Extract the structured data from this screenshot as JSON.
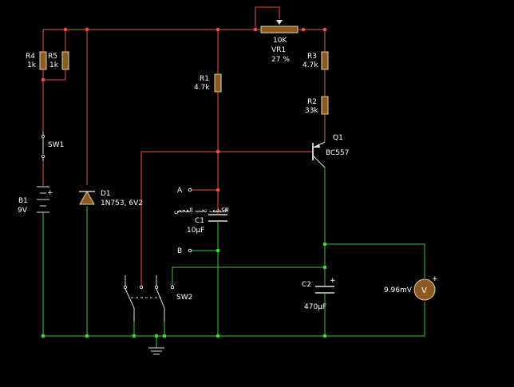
{
  "components": {
    "r4": {
      "ref": "R4",
      "value": "1k"
    },
    "r5": {
      "ref": "R5",
      "value": "1k"
    },
    "sw1": {
      "ref": "SW1"
    },
    "b1": {
      "ref": "B1",
      "value": "9V"
    },
    "d1": {
      "ref": "D1",
      "value": "1N753, 6V2"
    },
    "r1": {
      "ref": "R1",
      "value": "4.7k"
    },
    "vr1": {
      "ref": "VR1",
      "value": "10K",
      "setting": "27 %"
    },
    "r3": {
      "ref": "R3",
      "value": "4.7k"
    },
    "r2": {
      "ref": "R2",
      "value": "33k"
    },
    "q1": {
      "ref": "Q1",
      "value": "BC557"
    },
    "c1": {
      "ref": "C1",
      "value": "10µF",
      "note": "الكشف تحت الفحص"
    },
    "c2": {
      "ref": "C2",
      "value": "470µF"
    },
    "sw2": {
      "ref": "SW2"
    },
    "voltmeter": {
      "reading": "9.96mV",
      "symbol": "V"
    }
  },
  "nodes": {
    "a": "A",
    "b": "B"
  },
  "polarity": "+",
  "colors": {
    "background": "#000000",
    "wire_live": "#d8584c",
    "wire_ground": "#3ec43e",
    "resistor": "#8a5a20",
    "diode": "#8a5a20",
    "meter": "#8a5a20"
  }
}
